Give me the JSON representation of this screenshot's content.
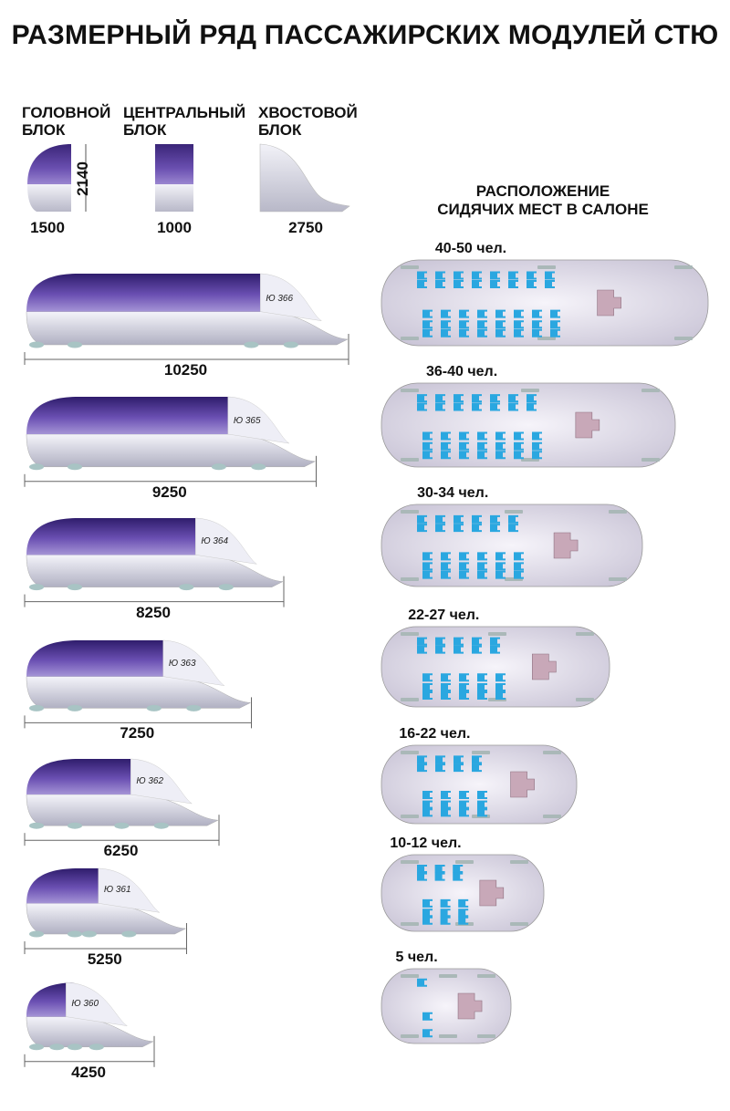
{
  "title": "РАЗМЕРНЫЙ РЯД ПАССАЖИРСКИХ МОДУЛЕЙ СТЮ",
  "blocks": {
    "head": {
      "label_line1": "ГОЛОВНОЙ",
      "label_line2": "БЛОК",
      "length": "1500",
      "height": "2140"
    },
    "central": {
      "label_line1": "ЦЕНТРАЛЬНЫЙ",
      "label_line2": "БЛОК",
      "length": "1000"
    },
    "tail": {
      "label_line1": "ХВОСТОВОЙ",
      "label_line2": "БЛОК",
      "length": "2750"
    }
  },
  "layout_title_line1": "РАСПОЛОЖЕНИЕ",
  "layout_title_line2": "СИДЯЧИХ МЕСТ В САЛОНЕ",
  "colors": {
    "body_top": "#4a2f8a",
    "body_bottom": "#d8d8e4",
    "seat": "#2aa7e0",
    "floor": "#e6e2ee"
  },
  "modules": [
    {
      "code": "Ю 366",
      "length": "10250",
      "capacity": "40-50 чел.",
      "seat_cols": 8,
      "cabin_len": 10
    },
    {
      "code": "Ю 365",
      "length": "9250",
      "capacity": "36-40 чел.",
      "seat_cols": 7,
      "cabin_len": 9
    },
    {
      "code": "Ю 364",
      "length": "8250",
      "capacity": "30-34 чел.",
      "seat_cols": 6,
      "cabin_len": 8
    },
    {
      "code": "Ю 363",
      "length": "7250",
      "capacity": "22-27 чел.",
      "seat_cols": 5,
      "cabin_len": 7
    },
    {
      "code": "Ю 362",
      "length": "6250",
      "capacity": "16-22 чел.",
      "seat_cols": 4,
      "cabin_len": 6
    },
    {
      "code": "Ю 361",
      "length": "5250",
      "capacity": "10-12 чел.",
      "seat_cols": 3,
      "cabin_len": 5
    },
    {
      "code": "Ю 360",
      "length": "4250",
      "capacity": "5 чел.",
      "seat_cols": 1,
      "cabin_len": 4
    }
  ]
}
